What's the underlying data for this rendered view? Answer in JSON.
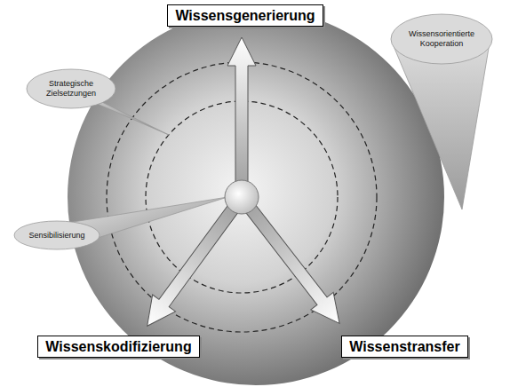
{
  "diagram": {
    "nodes": [
      {
        "text": [
          "Wissensgenerierung"
        ]
      },
      {
        "text": [
          "Wissensorientierte Kooperation"
        ]
      },
      {
        "text": [
          "Strategische Zielsetzungen"
        ]
      },
      {
        "text": [
          "Sensibilisierung"
        ]
      },
      {
        "text": [
          "Wissenskodifizierung"
        ]
      },
      {
        "text": [
          "Wissenstransfer"
        ]
      }
    ]
  }
}
